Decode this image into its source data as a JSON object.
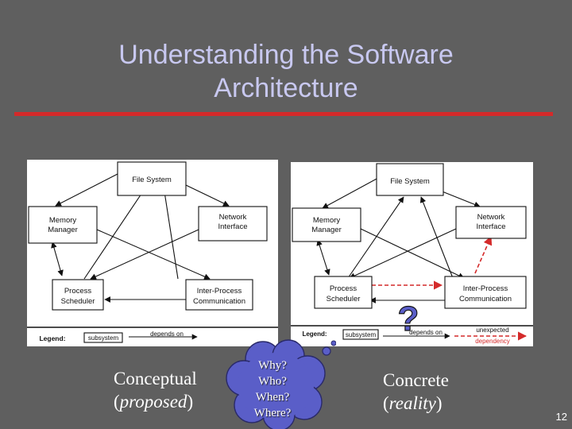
{
  "slide": {
    "title_line1": "Understanding the Software",
    "title_line2": "Architecture",
    "page_number": "12"
  },
  "colors": {
    "background": "#5f5f5f",
    "title": "#c8c8f0",
    "rule": "#d42a2a",
    "unexpected": "#d42a2a",
    "cloud": "#5a5ec8"
  },
  "diagram_left": {
    "nodes": {
      "file_system": "File System",
      "memory_manager_1": "Memory",
      "memory_manager_2": "Manager",
      "network_interface_1": "Network",
      "network_interface_2": "Interface",
      "process_scheduler_1": "Process",
      "process_scheduler_2": "Scheduler",
      "ipc_1": "Inter-Process",
      "ipc_2": "Communication"
    },
    "legend": {
      "title": "Legend:",
      "subsystem": "subsystem",
      "depends_on": "depends on"
    }
  },
  "diagram_right": {
    "nodes": {
      "file_system": "File System",
      "memory_manager_1": "Memory",
      "memory_manager_2": "Manager",
      "network_interface_1": "Network",
      "network_interface_2": "Interface",
      "process_scheduler_1": "Process",
      "process_scheduler_2": "Scheduler",
      "ipc_1": "Inter-Process",
      "ipc_2": "Communication"
    },
    "legend": {
      "title": "Legend:",
      "subsystem": "subsystem",
      "depends_on": "depends on",
      "unexpected_1": "unexpected",
      "unexpected_2": "dependency"
    },
    "question_mark": "?"
  },
  "labels": {
    "conceptual": "Conceptual",
    "proposed": "proposed",
    "concrete": "Concrete",
    "reality": "reality"
  },
  "cloud": {
    "line1": "Why?",
    "line2": "Who?",
    "line3": "When?",
    "line4": "Where?"
  }
}
